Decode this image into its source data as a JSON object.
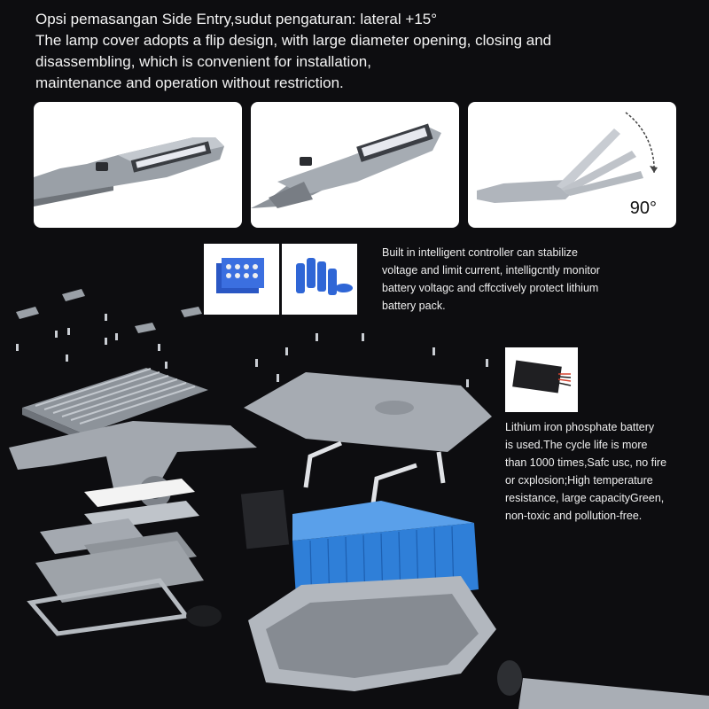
{
  "heading": {
    "line1": "Opsi pemasangan Side Entry,sudut pengaturan: lateral +15°",
    "line2": "The lamp cover adopts a flip design, with large diameter opening, closing and",
    "line3": "disassembling, which is convenient for installation,",
    "line4": "maintenance and operation without restriction."
  },
  "panels": {
    "angle_label": "90°"
  },
  "controller": {
    "line1": "Built in intelligent controller can stabilize",
    "line2": "voltage and limit current, intelligcntly monitor",
    "line3": "battery voltagc and cffcctively protect lithium",
    "line4": "battery pack."
  },
  "battery": {
    "line1": "Lithium iron phosphate battery",
    "line2": "is used.The cycle life is more",
    "line3": "than 1000 times,Safc usc, no fire",
    "line4": "or cxplosion;High temperature",
    "line5": "resistance, large capacityGreen,",
    "line6": "non-toxic and pollution-free."
  },
  "colors": {
    "background": "#0d0d10",
    "aluminum": "#a9aeb5",
    "battery_blue": "#2f7fd8",
    "text": "#f2f2f2"
  }
}
